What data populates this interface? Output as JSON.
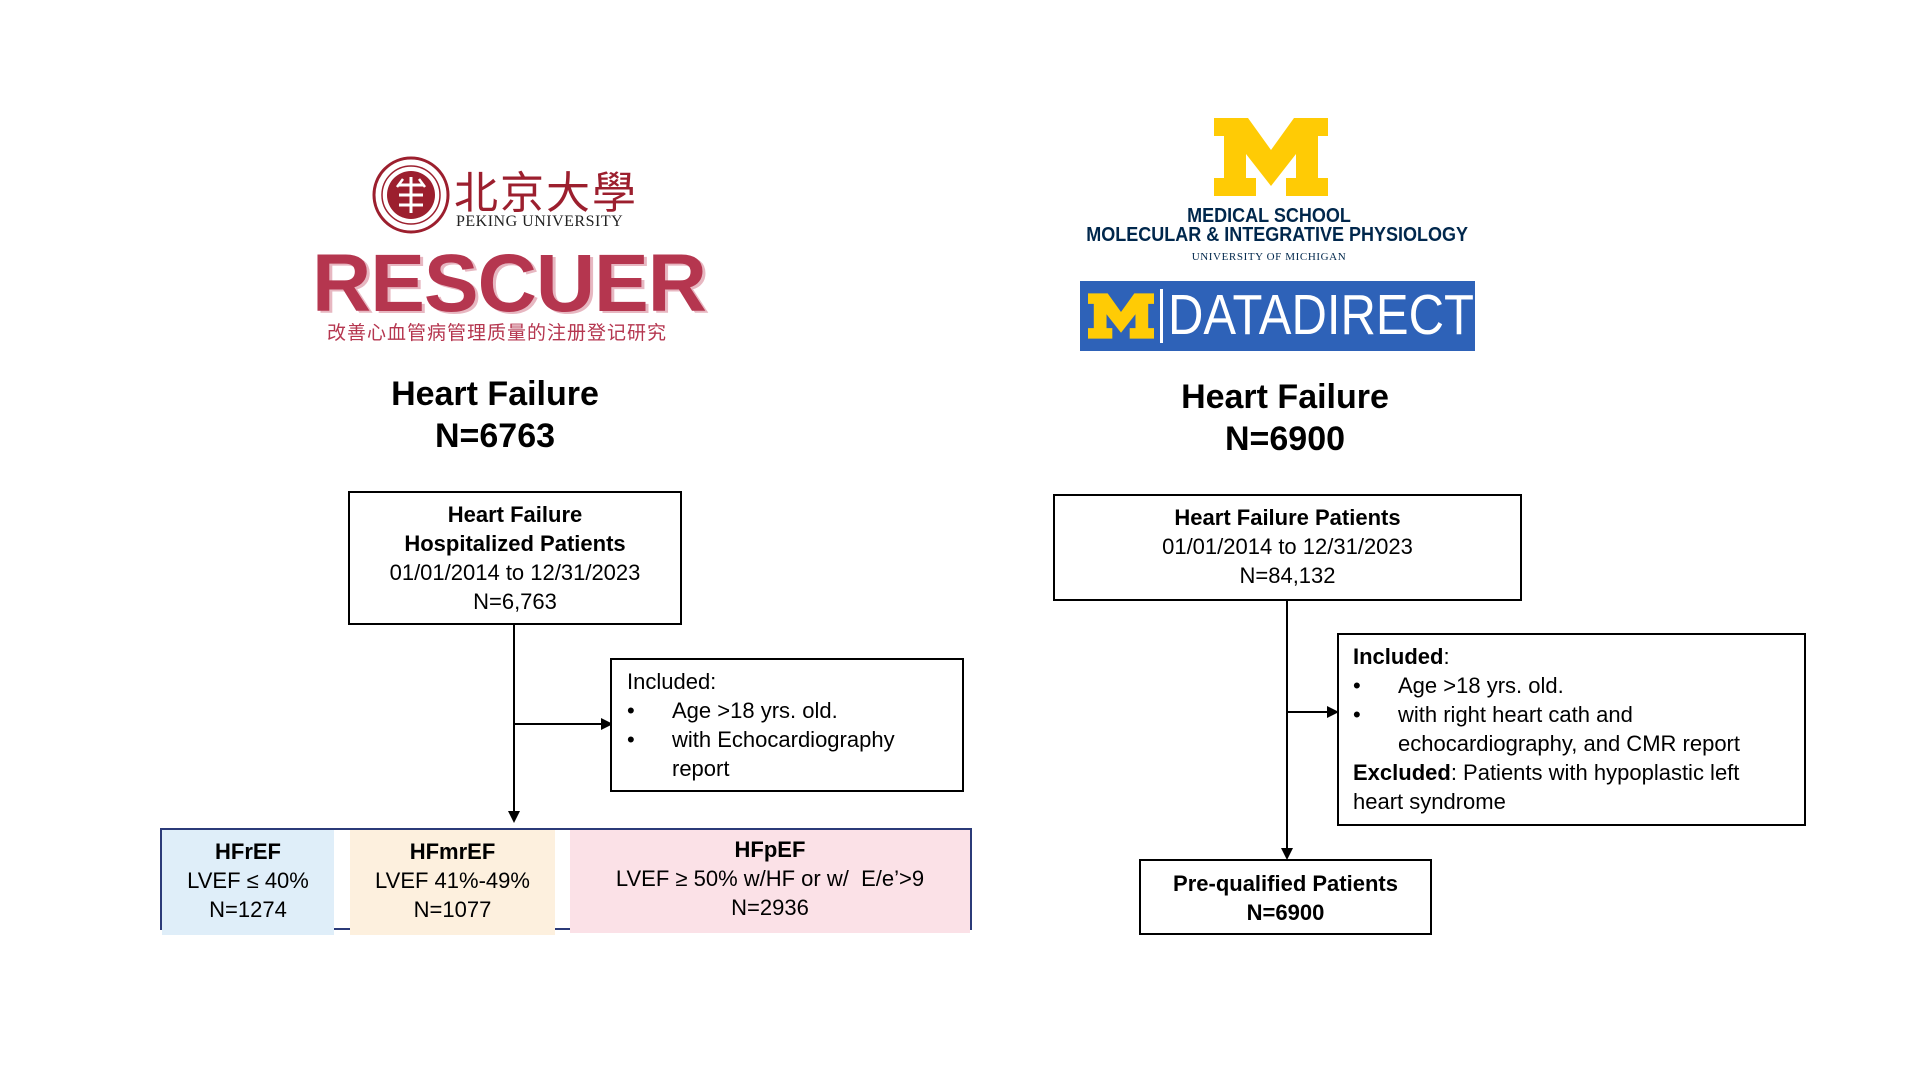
{
  "left": {
    "logo": {
      "cn_name": "北京大學",
      "en_name": "PEKING UNIVERSITY",
      "brand": "RESCUER",
      "brand_subtitle": "改善心血管病管理质量的注册登记研究"
    },
    "header": {
      "title": "Heart Failure",
      "count": "N=6763"
    },
    "top_box": {
      "line1": "Heart Failure",
      "line2": "Hospitalized Patients",
      "dates": "01/01/2014 to 12/31/2023",
      "count": "N=6,763"
    },
    "criteria": {
      "title": "Included:",
      "items": [
        "Age >18 yrs. old.",
        "with Echocardiography report"
      ]
    },
    "groups": [
      {
        "name": "HFrEF",
        "criterion": "LVEF ≤ 40%",
        "count": "N=1274",
        "color": "#dfeef9"
      },
      {
        "name": "HFmrEF",
        "criterion": "LVEF 41%-49%",
        "count": "N=1077",
        "color": "#fdf0de"
      },
      {
        "name": "HFpEF",
        "criterion": "LVEF ≥ 50% w/HF or w/  E/e’>9",
        "count": "N=2936",
        "color": "#fbe1e7"
      }
    ]
  },
  "right": {
    "logo": {
      "line1": "MEDICAL SCHOOL",
      "line2": "MOLECULAR & INTEGRATIVE PHYSIOLOGY",
      "line3": "UNIVERSITY OF MICHIGAN",
      "banner": "DATADIRECT",
      "maize": "#ffcb05",
      "blue": "#00274c",
      "banner_color": "#2e62b8"
    },
    "header": {
      "title": "Heart Failure",
      "count": "N=6900"
    },
    "top_box": {
      "line1": "Heart Failure Patients",
      "dates": "01/01/2014 to 12/31/2023",
      "count": "N=84,132"
    },
    "criteria": {
      "included_label": "Included",
      "included_items": [
        "Age >18 yrs. old.",
        "with right heart cath and echocardiography, and CMR report"
      ],
      "excluded_label": "Excluded",
      "excluded_text": ": Patients with hypoplastic left heart syndrome"
    },
    "bottom_box": {
      "line1": "Pre-qualified Patients",
      "count": "N=6900"
    }
  }
}
